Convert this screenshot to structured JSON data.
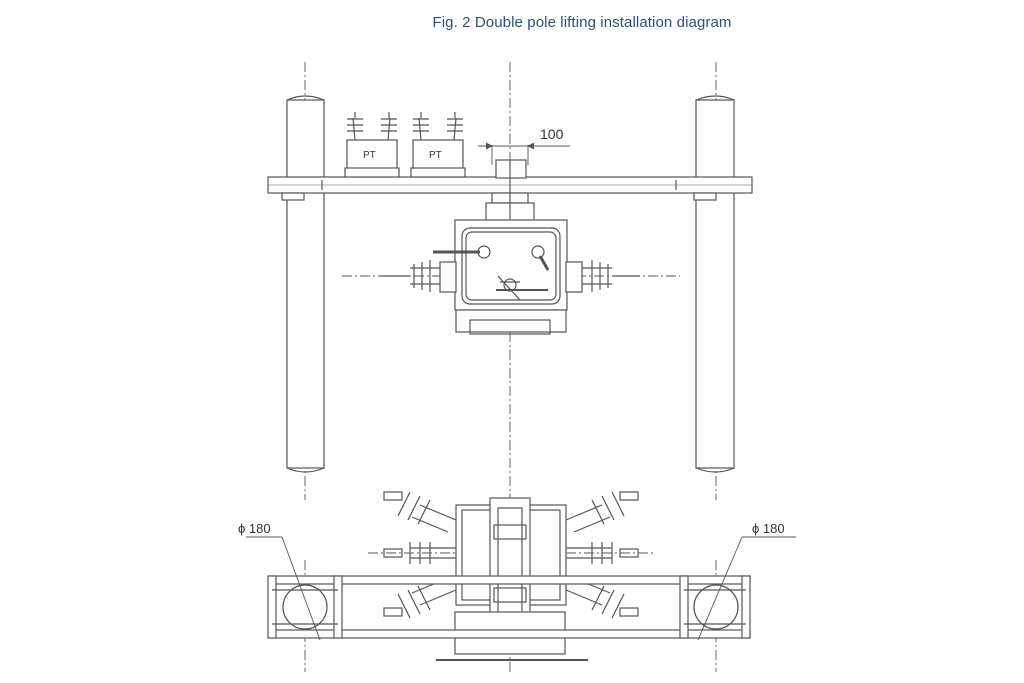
{
  "figure": {
    "caption": "Fig. 2 Double pole lifting installation diagram"
  },
  "labels": {
    "dimension_top": "100",
    "diameter_left": "ϕ 180",
    "diameter_right": "ϕ 180",
    "pt_left": "PT",
    "pt_right": "PT"
  },
  "colors": {
    "line": "#555555",
    "caption": "#2f4f73"
  }
}
